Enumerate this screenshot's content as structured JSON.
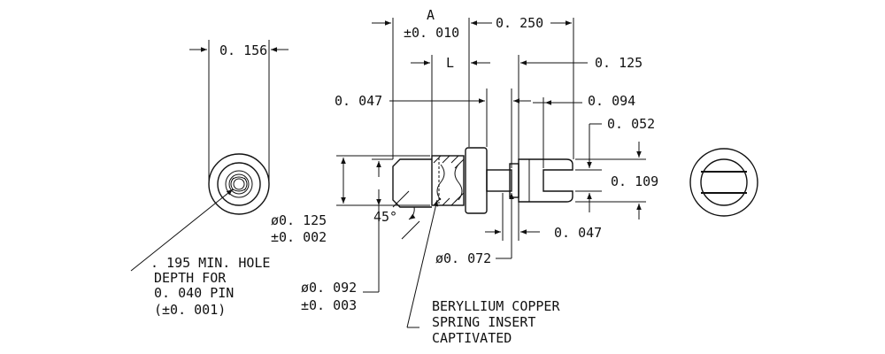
{
  "dimensions": {
    "dia_0156": "0. 156",
    "a_label": "A",
    "a_tol": "±0. 010",
    "d_0250": "0. 250",
    "l_label": "L",
    "d_0125": "0. 125",
    "d_0047_top": "0. 047",
    "d_0094": "0. 094",
    "d_0052": "0. 052",
    "d_0109": "0. 109",
    "dia_0125": "ø0. 125",
    "tol_0002": "±0. 002",
    "angle_45": "45°",
    "d_0047_bottom": "0. 047",
    "dia_0072": "ø0. 072",
    "dia_0092": "ø0. 092",
    "tol_0003": "±0. 003"
  },
  "notes": {
    "hole_line1": ". 195 MIN. HOLE",
    "hole_line2": "DEPTH FOR",
    "hole_line3": "0. 040 PIN",
    "hole_line4": "(±0. 001)",
    "insert_line1": "BERYLLIUM COPPER",
    "insert_line2": "SPRING INSERT",
    "insert_line3": "CAPTIVATED"
  }
}
